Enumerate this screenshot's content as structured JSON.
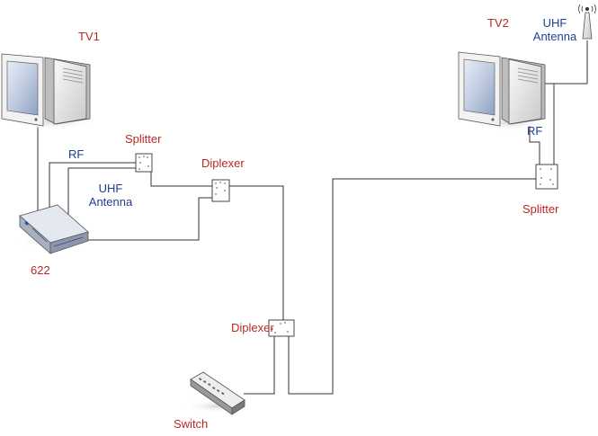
{
  "labels": {
    "tv1": "TV1",
    "tv2": "TV2",
    "rf_left": "RF",
    "rf_right": "RF",
    "uhf_left_line1": "UHF",
    "uhf_left_line2": "Antenna",
    "uhf_right_line1": "UHF",
    "uhf_right_line2": "Antenna",
    "splitter_left": "Splitter",
    "splitter_right": "Splitter",
    "diplexer_top": "Diplexer",
    "diplexer_bottom": "Diplexer",
    "box_622": "622",
    "switch": "Switch"
  },
  "colors": {
    "device_label": "#b82a26",
    "signal_label": "#1f3f8f",
    "wire": "#333333"
  },
  "icons": [
    "crt-monitor-icon",
    "set-top-box-icon",
    "network-switch-icon",
    "antenna-icon",
    "splitter-icon",
    "diplexer-icon"
  ]
}
